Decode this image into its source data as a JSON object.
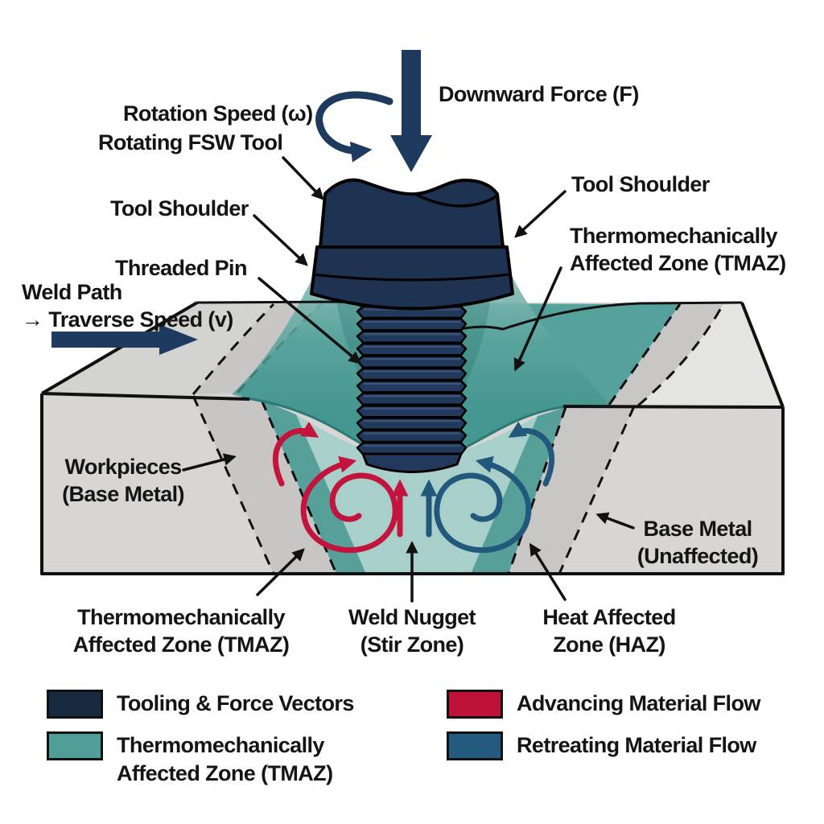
{
  "diagram_subject": "Friction Stir Welding (FSW) cross-section diagram",
  "labels": {
    "rotation_speed": "Rotation Speed (ω)",
    "rotating_fsw_tool": "Rotating FSW Tool",
    "downward_force": "Downward Force (F)",
    "tool_shoulder_left": "Tool Shoulder",
    "tool_shoulder_right": "Tool Shoulder",
    "threaded_pin": "Threaded Pin",
    "weld_path": "Weld Path",
    "traverse_speed": "→ Traverse Speed (v)",
    "tmaz_right_line1": "Thermomechanically",
    "tmaz_right_line2": "Affected Zone (TMAZ)",
    "workpieces_line1": "Workpieces",
    "workpieces_line2": "(Base Metal)",
    "base_metal_line1": "Base Metal",
    "base_metal_line2": "(Unaffected)",
    "tmaz_bottom_line1": "Thermomechanically",
    "tmaz_bottom_line2": "Affected Zone (TMAZ)",
    "weld_nugget_line1": "Weld Nugget",
    "weld_nugget_line2": "(Stir Zone)",
    "haz_line1": "Heat Affected",
    "haz_line2": "Zone (HAZ)"
  },
  "legend": {
    "items": [
      {
        "id": "tooling",
        "lines": [
          "Tooling & Force Vectors"
        ],
        "color": "#182a40"
      },
      {
        "id": "tmaz",
        "lines": [
          "Thermomechanically",
          "Affected Zone (TMAZ)"
        ],
        "color": "#4f9e98"
      },
      {
        "id": "advancing",
        "lines": [
          "Advancing Material Flow"
        ],
        "color": "#bf1238"
      },
      {
        "id": "retreating",
        "lines": [
          "Retreating Material Flow"
        ],
        "color": "#245a7e"
      }
    ]
  },
  "colors": {
    "tool_navy": "#1e3252",
    "arrow_navy": "#1e3a5f",
    "tmaz_teal": "#4f9e98",
    "tmaz_surface_teal": "#55a29c",
    "nugget_teal": "#a8cfc9",
    "advancing_red": "#c2143c",
    "retreating_blue": "#22587c",
    "base_metal_gray": "#d7d6d4",
    "haz_gray": "#c7c6c4",
    "outline_black": "#111111",
    "text_black": "#141414"
  }
}
